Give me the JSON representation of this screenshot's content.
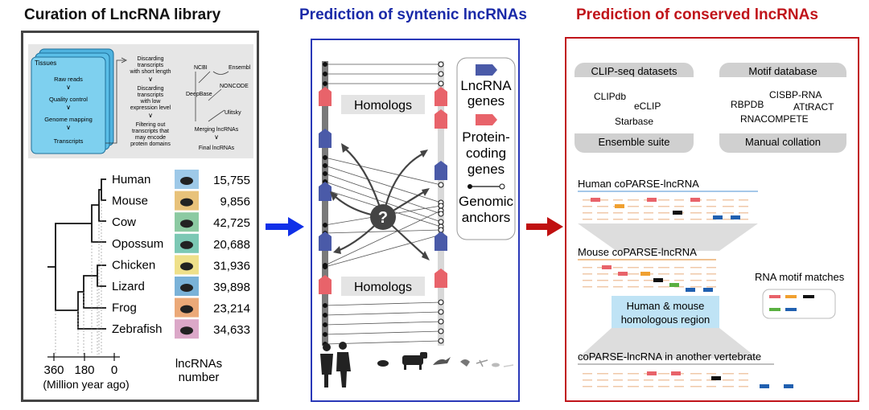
{
  "titles": {
    "left": "Curation of LncRNA library",
    "middle": "Prediction of syntenic lncRNAs",
    "right": "Prediction of conserved lncRNAs"
  },
  "colors": {
    "left_title": "#111111",
    "middle_title": "#1a2aa8",
    "right_title": "#c0141a",
    "lncrna_gene": "#4a5aa8",
    "protein_gene": "#e8636a",
    "middle_arrow": "#1030e8",
    "right_arrow": "#c01010"
  },
  "pipeline": {
    "tissues_label": "Tissues",
    "steps": [
      "Raw reads",
      "Quality control",
      "Genome mapping",
      "Transcripts"
    ],
    "filters": [
      "Discarding transcripts with short length",
      "Discarding transcripts with low expression level",
      "Filtering out transcripts that may encode protein domains"
    ],
    "databases": [
      "NCBI",
      "Ensembl",
      "NONCODE",
      "DeepBase",
      "Ulitsky"
    ],
    "merge": "Merging lncRNAs",
    "final": "Final lncRNAs"
  },
  "species": [
    {
      "name": "Human",
      "count": "15,755",
      "bg": "#9ec9e8"
    },
    {
      "name": "Mouse",
      "count": "9,856",
      "bg": "#e8c27a"
    },
    {
      "name": "Cow",
      "count": "42,725",
      "bg": "#8ccaa2"
    },
    {
      "name": "Opossum",
      "count": "20,688",
      "bg": "#7cc8b4"
    },
    {
      "name": "Chicken",
      "count": "31,936",
      "bg": "#efe08a"
    },
    {
      "name": "Lizard",
      "count": "39,898",
      "bg": "#7ab2d8"
    },
    {
      "name": "Frog",
      "count": "23,214",
      "bg": "#eba978"
    },
    {
      "name": "Zebrafish",
      "count": "34,633",
      "bg": "#dba8c8"
    }
  ],
  "timescale": {
    "ticks": [
      "360",
      "180",
      "0"
    ],
    "unit": "(Million year ago)",
    "count_label_line1": "lncRNAs",
    "count_label_line2": "number"
  },
  "synteny": {
    "homologs": "Homologs",
    "question": "?",
    "legend": {
      "lncrna": [
        "LncRNA",
        "genes"
      ],
      "protein": [
        "Protein-",
        "coding",
        "genes"
      ],
      "anchors": [
        "Genomic",
        "anchors"
      ]
    }
  },
  "conserved": {
    "clip_header": "CLIP-seq datasets",
    "clip_items": [
      "CLIPdb",
      "eCLIP",
      "Starbase"
    ],
    "clip_footer": "Ensemble suite",
    "motif_header": "Motif database",
    "motif_items": [
      "CISBP-RNA",
      "RBPDB",
      "ATtRACT",
      "RNACOMPETE"
    ],
    "motif_footer": "Manual collation",
    "human_label": "Human coPARSE-lncRNA",
    "mouse_label": "Mouse coPARSE-lncRNA",
    "region_label_line1": "Human & mouse",
    "region_label_line2": "homologous region",
    "motif_matches": "RNA motif matches",
    "other_label": "coPARSE-lncRNA in another vertebrate"
  }
}
